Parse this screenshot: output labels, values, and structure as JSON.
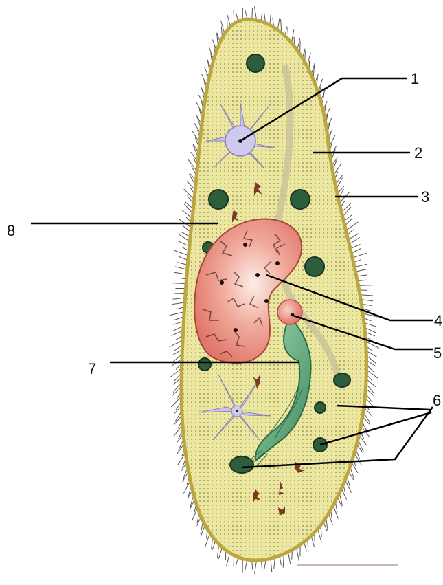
{
  "diagram": {
    "labels": [
      {
        "id": "1",
        "text": "1"
      },
      {
        "id": "2",
        "text": "2"
      },
      {
        "id": "3",
        "text": "3"
      },
      {
        "id": "4",
        "text": "4"
      },
      {
        "id": "5",
        "text": "5"
      },
      {
        "id": "6",
        "text": "6"
      },
      {
        "id": "7",
        "text": "7"
      },
      {
        "id": "8",
        "text": "8"
      }
    ]
  },
  "colors": {
    "cytoplasm": "#ece7a0",
    "pellicle": "#bda640",
    "cilia": "#555555",
    "macronucleus": "#e9958a",
    "micronucleus": "#e8877d",
    "vacuole": "#2c5e3b",
    "contractile_vacuole": "#c9c2ea",
    "gullet": "#5aa87a",
    "leader": "#000000"
  }
}
